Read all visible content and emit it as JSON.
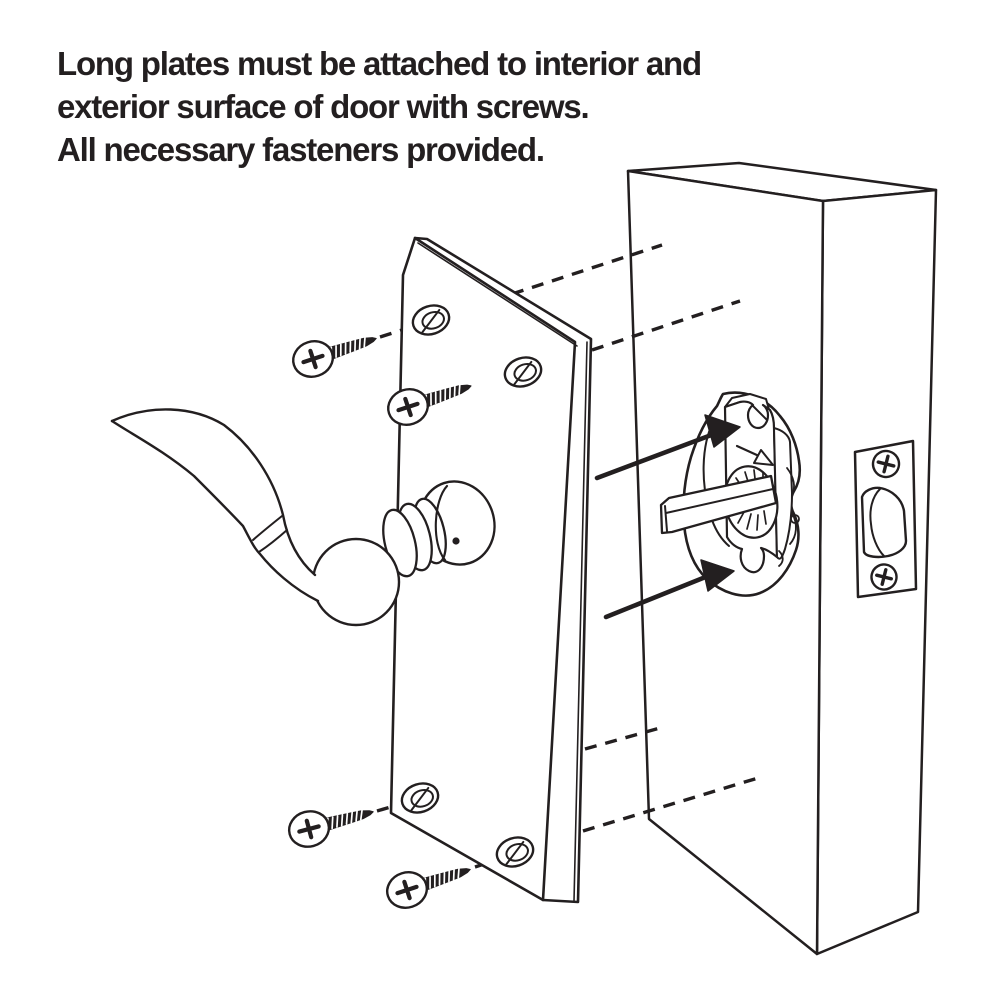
{
  "caption": {
    "line1": "Long plates must be attached to interior and",
    "line2": "exterior surface of door with screws.",
    "line3": "All necessary fasteners provided."
  },
  "colors": {
    "ink": "#231f20",
    "paper": "#ffffff"
  }
}
